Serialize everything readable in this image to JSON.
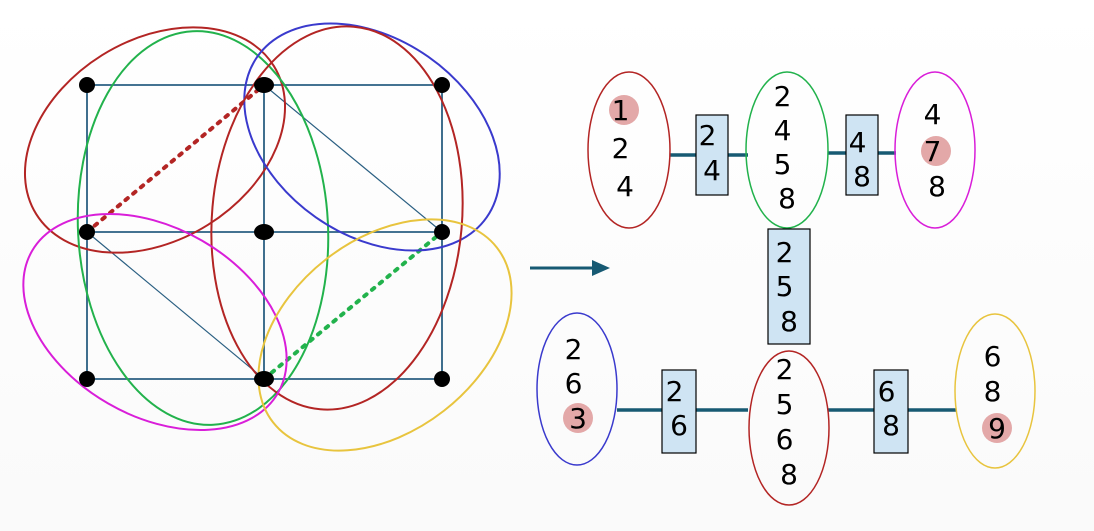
{
  "colors": {
    "grid": "#2a5f82",
    "node": "#000000",
    "red": "#b32524",
    "green": "#22b24c",
    "blue": "#3a3acd",
    "magenta": "#d91ed9",
    "yellow": "#e8c43e",
    "separator_fill": "#cfe4f3",
    "edge": "#175a73",
    "highlight": "#e3a8a8"
  },
  "decomposition": {
    "bags": [
      {
        "id": "bag-top-left",
        "color": "red",
        "items": [
          "1",
          "2",
          "4"
        ],
        "highlight_index": 0
      },
      {
        "id": "bag-top-middle",
        "color": "green",
        "items": [
          "2",
          "4",
          "5",
          "8"
        ],
        "highlight_index": -1
      },
      {
        "id": "bag-top-right",
        "color": "magenta",
        "items": [
          "4",
          "7",
          "8"
        ],
        "highlight_index": 1
      },
      {
        "id": "bag-bottom-left",
        "color": "blue",
        "items": [
          "2",
          "6",
          "3"
        ],
        "highlight_index": 2
      },
      {
        "id": "bag-bottom-middle",
        "color": "red",
        "items": [
          "2",
          "5",
          "6",
          "8"
        ],
        "highlight_index": -1
      },
      {
        "id": "bag-bottom-right",
        "color": "yellow",
        "items": [
          "6",
          "8",
          "9"
        ],
        "highlight_index": 2
      }
    ],
    "separators": [
      {
        "id": "sep-top-left",
        "items": [
          "2",
          "4"
        ]
      },
      {
        "id": "sep-top-right",
        "items": [
          "4",
          "8"
        ]
      },
      {
        "id": "sep-vertical",
        "items": [
          "2",
          "5",
          "8"
        ]
      },
      {
        "id": "sep-bottom-left",
        "items": [
          "2",
          "6"
        ]
      },
      {
        "id": "sep-bottom-right",
        "items": [
          "6",
          "8"
        ]
      }
    ]
  }
}
